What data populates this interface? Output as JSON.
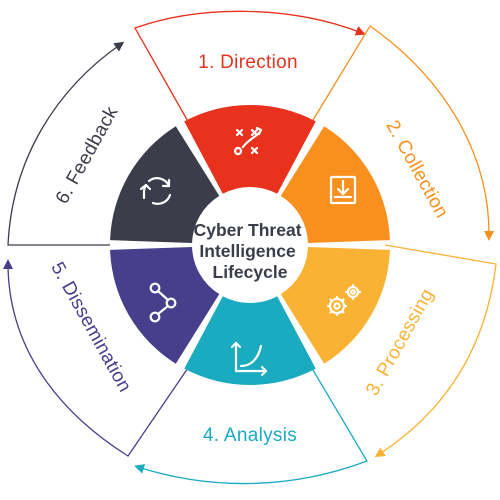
{
  "title_lines": [
    "Cyber Threat",
    "Intelligence",
    "Lifecycle"
  ],
  "steps": [
    {
      "label": "1. Direction",
      "color": "#e8321e",
      "icon": "strategy-play-icon"
    },
    {
      "label": "2. Collection",
      "color": "#f7901e",
      "icon": "download-tray-icon"
    },
    {
      "label": "3. Processing",
      "color": "#f9b233",
      "icon": "gears-icon"
    },
    {
      "label": "4. Analysis",
      "color": "#1aabc0",
      "icon": "growth-chart-icon"
    },
    {
      "label": "5. Dissemination",
      "color": "#473e8c",
      "icon": "share-nodes-icon"
    },
    {
      "label": "6. Feedback",
      "color": "#3b3d4a",
      "icon": "cycle-arrows-icon"
    }
  ],
  "outline_colors": {
    "direction": "#e8321e",
    "collection": "#f7901e",
    "processing": "#f9b233",
    "analysis": "#1aabc0",
    "dissemination": "#473e8c",
    "feedback": "#3b3d4a"
  }
}
